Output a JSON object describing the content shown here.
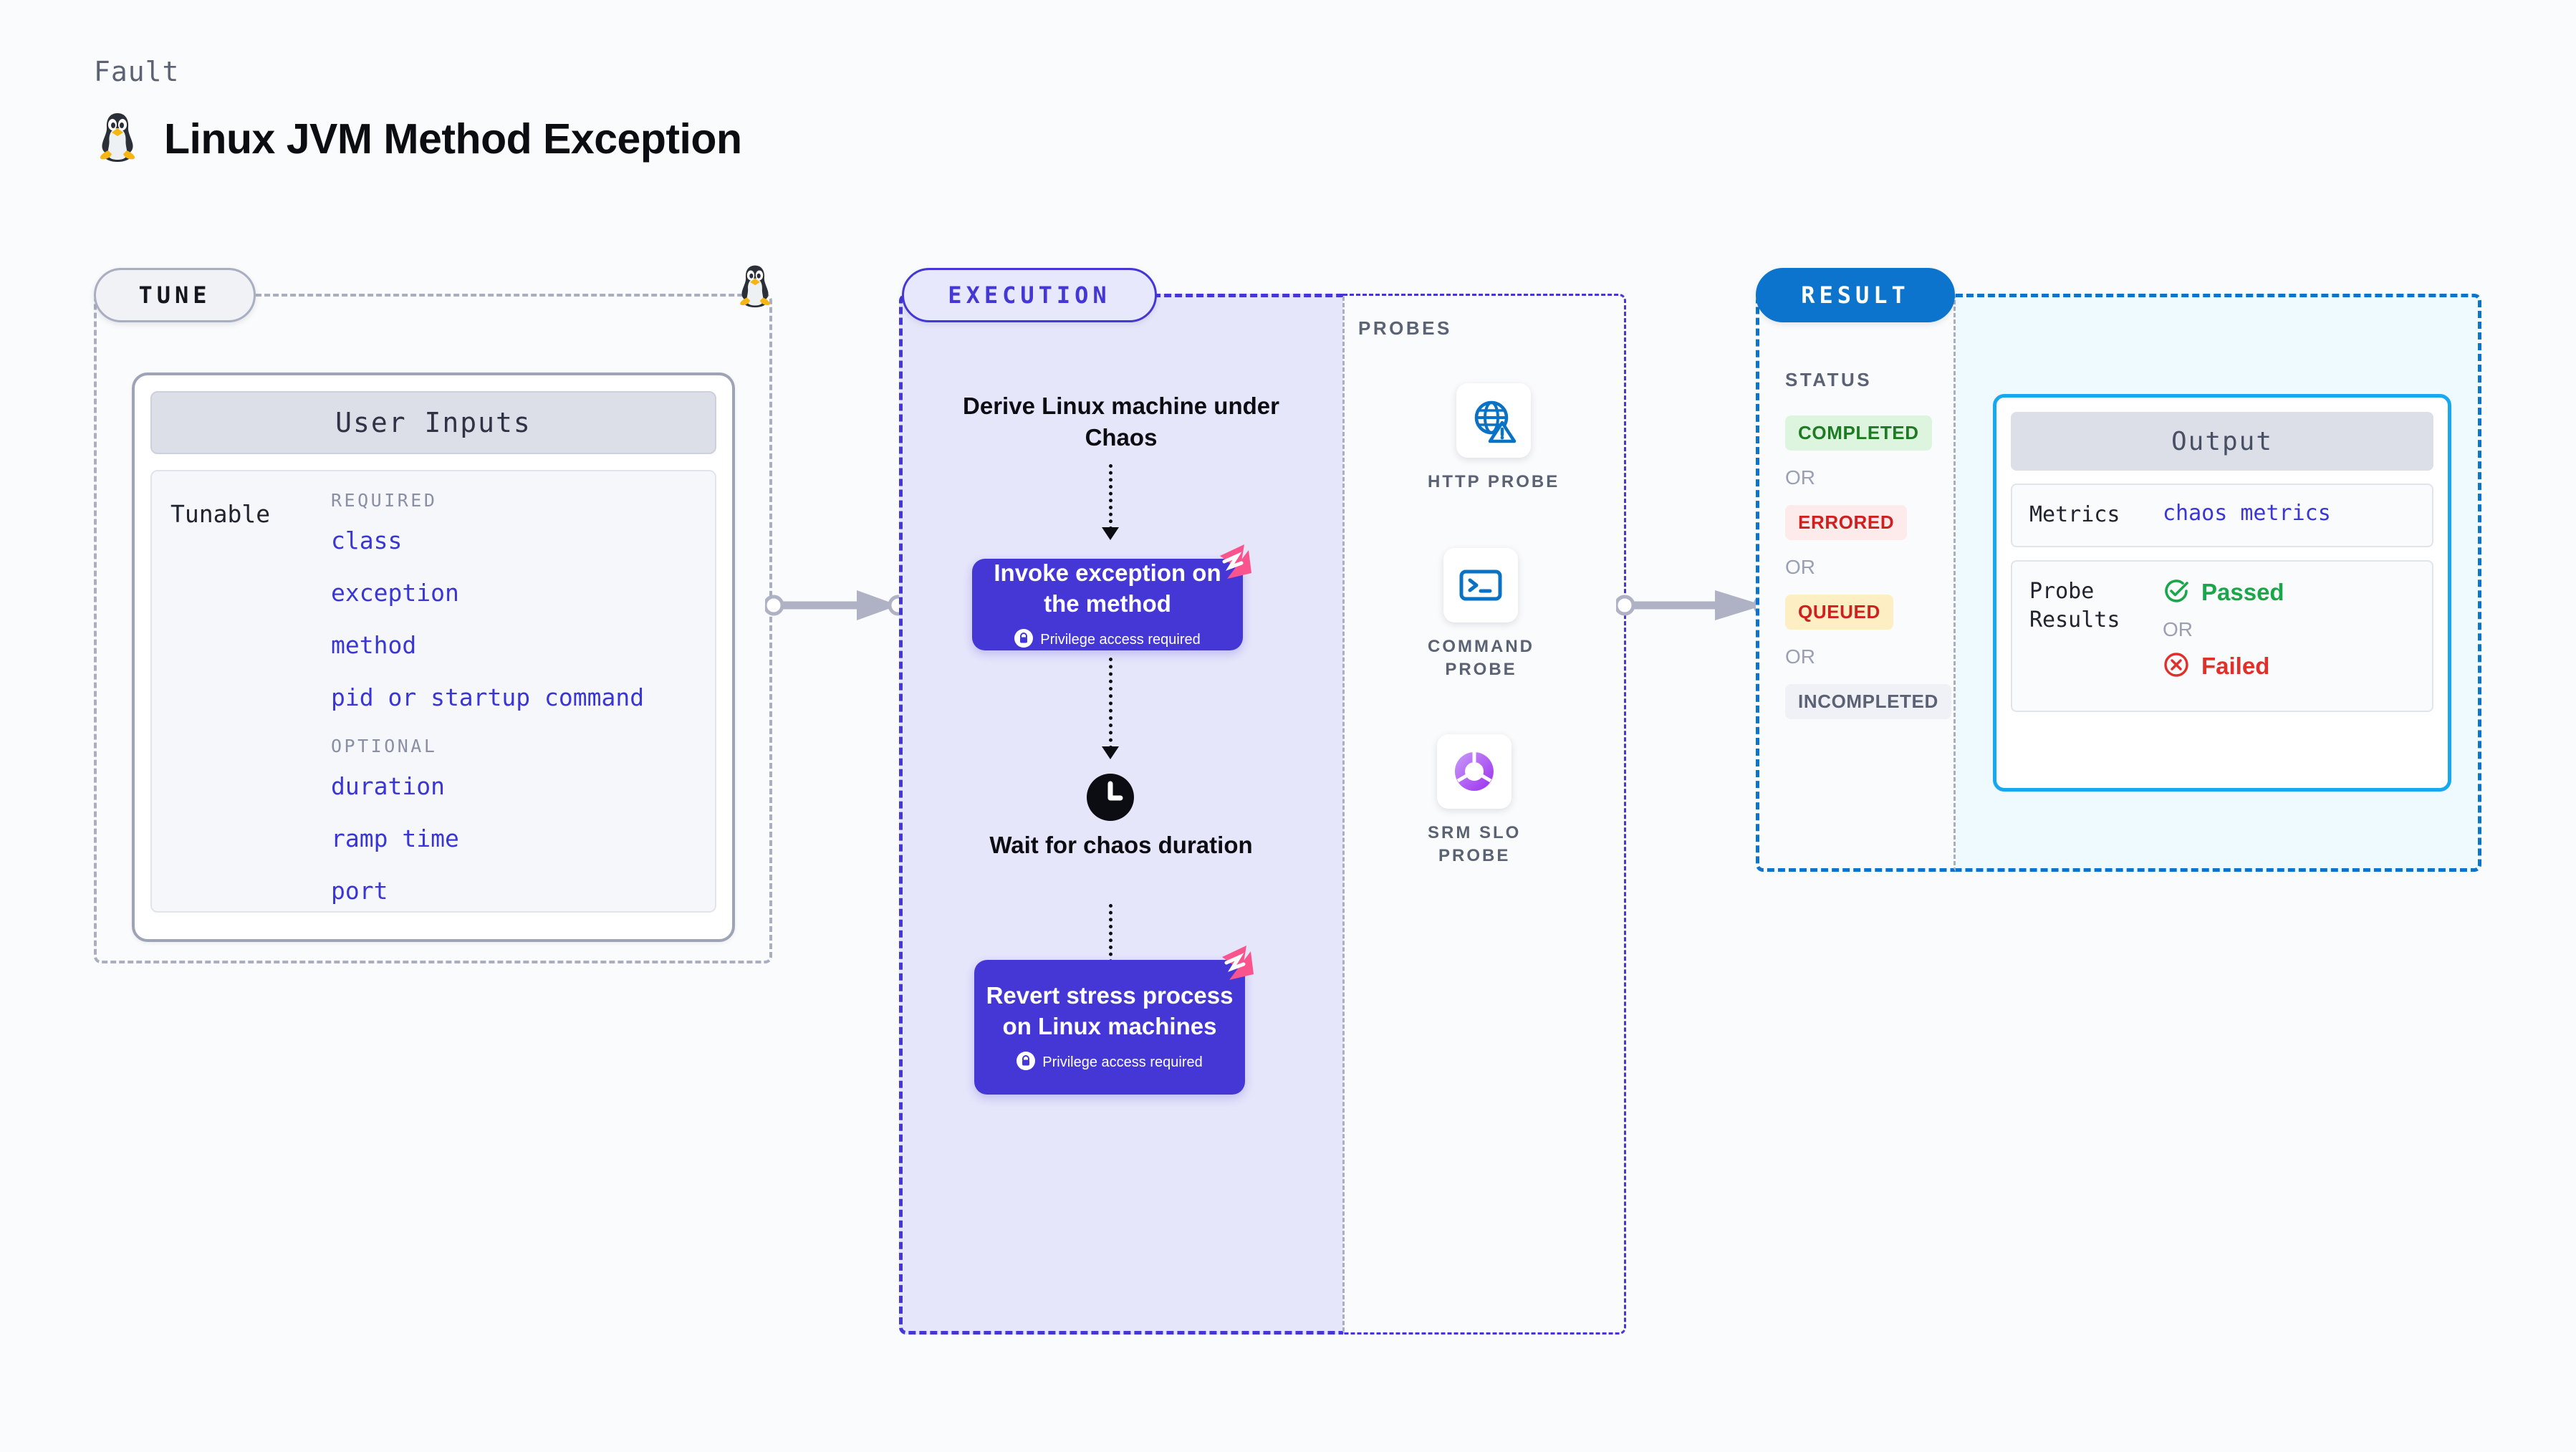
{
  "header": {
    "kicker": "Fault",
    "title": "Linux JVM Method Exception",
    "os_icon": "linux-penguin-icon"
  },
  "tune": {
    "tag": "TUNE",
    "card_title": "User Inputs",
    "tunable_label": "Tunable",
    "groups": [
      {
        "label": "REQUIRED",
        "fields": [
          "class",
          "exception",
          "method",
          "pid or startup command"
        ]
      },
      {
        "label": "OPTIONAL",
        "fields": [
          "duration",
          "ramp time",
          "port"
        ]
      }
    ]
  },
  "execution": {
    "tag": "EXECUTION",
    "steps": [
      {
        "type": "text",
        "label": "Derive Linux machine\nunder Chaos"
      },
      {
        "type": "action",
        "label": "Invoke exception\non the method",
        "note": "Privilege access required",
        "badge": "litmus-logo-icon",
        "lock": "lock-icon"
      },
      {
        "type": "wait",
        "label": "Wait for chaos\nduration",
        "icon": "clock-icon"
      },
      {
        "type": "action",
        "label": "Revert stress\nprocess on Linux\nmachines",
        "note": "Privilege access required",
        "badge": "litmus-logo-icon",
        "lock": "lock-icon"
      }
    ]
  },
  "probes": {
    "caption": "PROBES",
    "items": [
      {
        "label": "HTTP PROBE",
        "icon": "globe-warning-icon"
      },
      {
        "label": "COMMAND\nPROBE",
        "icon": "terminal-icon"
      },
      {
        "label": "SRM SLO\nPROBE",
        "icon": "slo-donut-check-icon"
      }
    ]
  },
  "result": {
    "tag": "RESULT",
    "status_caption": "STATUS",
    "or_label": "OR",
    "statuses": [
      {
        "label": "COMPLETED",
        "bg": "#ddf5df",
        "fg": "#1f7a24"
      },
      {
        "label": "ERRORED",
        "bg": "#fdeaea",
        "fg": "#cf2020"
      },
      {
        "label": "QUEUED",
        "bg": "#fdeec4",
        "fg": "#cf2020"
      },
      {
        "label": "INCOMPLETED",
        "bg": "#f0f1f6",
        "fg": "#5a6274"
      }
    ],
    "output": {
      "title": "Output",
      "metrics_key": "Metrics",
      "metrics_value": "chaos metrics",
      "probe_results_key": "Probe\nResults",
      "passed_label": "Passed",
      "failed_label": "Failed",
      "or_label": "OR"
    }
  },
  "colors": {
    "page_bg": "#fafbfc",
    "accent_purple": "#4437d6",
    "accent_blue": "#0d74cd",
    "accent_cyan": "#18a8ef",
    "pink": "#f9548e",
    "grey_border": "#a9aec0",
    "exec_fill": "#e6e6fb",
    "output_fill": "#eefaff"
  }
}
